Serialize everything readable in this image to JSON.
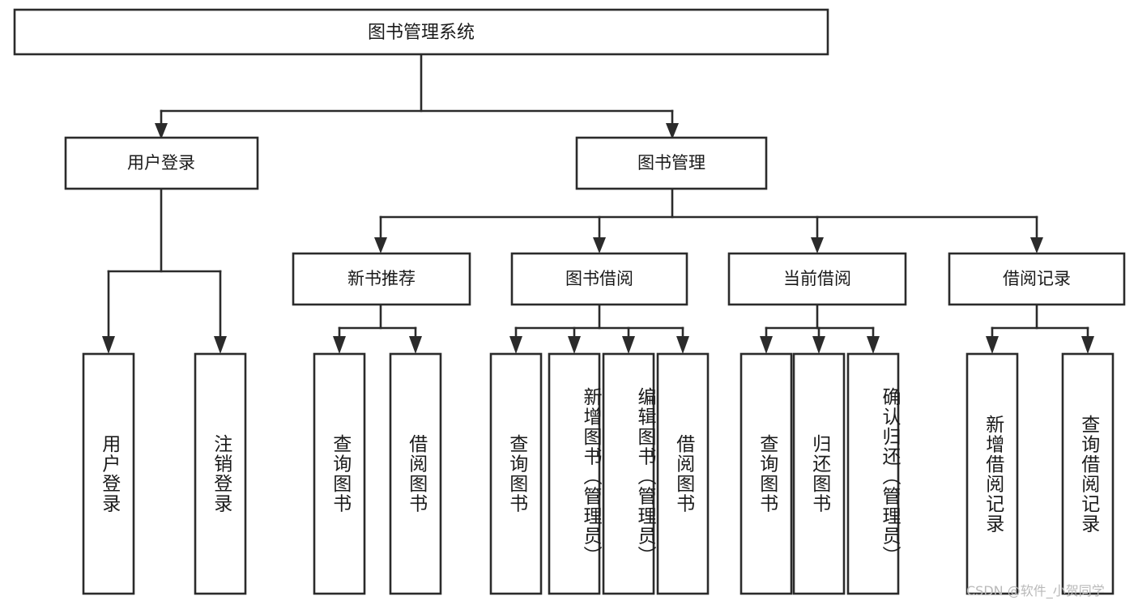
{
  "diagram": {
    "type": "tree",
    "title": "图书管理系统",
    "orientation": "top-down",
    "colors": {
      "box_stroke": "#2b2b2b",
      "box_fill": "#ffffff",
      "text": "#1a1a1a",
      "background": "#ffffff",
      "watermark": "#b9b9b9"
    },
    "levels": {
      "root": {
        "label": "图书管理系统"
      },
      "level2": [
        {
          "label": "用户登录"
        },
        {
          "label": "图书管理"
        }
      ],
      "level3": [
        {
          "label": "新书推荐"
        },
        {
          "label": "图书借阅"
        },
        {
          "label": "当前借阅"
        },
        {
          "label": "借阅记录"
        }
      ],
      "leaves": {
        "user_login": [
          {
            "label": "用户登录"
          },
          {
            "label": "注销登录"
          }
        ],
        "new_book_recommend": [
          {
            "label": "查询图书"
          },
          {
            "label": "借阅图书"
          }
        ],
        "book_borrow": [
          {
            "label": "查询图书"
          },
          {
            "label": "新增图书（管理员）"
          },
          {
            "label": "编辑图书（管理员）"
          },
          {
            "label": "借阅图书"
          }
        ],
        "current_borrow": [
          {
            "label": "查询图书"
          },
          {
            "label": "归还图书"
          },
          {
            "label": "确认归还（管理员）"
          }
        ],
        "borrow_record": [
          {
            "label": "新增借阅记录"
          },
          {
            "label": "查询借阅记录"
          }
        ]
      }
    }
  },
  "watermark": {
    "text": "CSDN @软件_小贺同学"
  }
}
